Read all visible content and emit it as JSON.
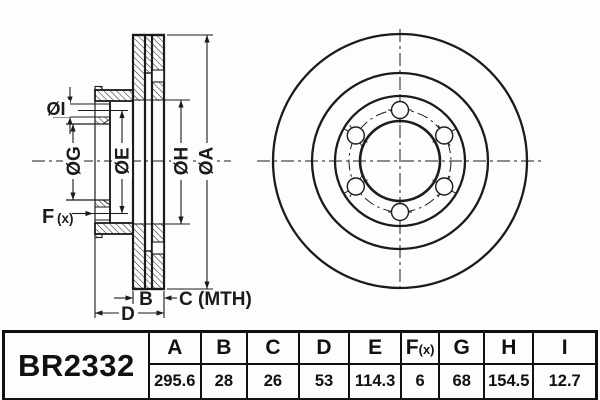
{
  "drawing": {
    "section": {
      "labels": {
        "dia_i": "ØI",
        "dia_g": "ØG",
        "dia_e": "ØE",
        "dia_h": "ØH",
        "dia_a": "ØA",
        "f": "F",
        "f_sub": "(x)",
        "b": "B",
        "c_mth": "C (MTH)",
        "d": "D"
      }
    },
    "front_view": {
      "bolt_hole_count": 6
    },
    "colors": {
      "line": "#1b1b1b",
      "background": "#fdfdfd"
    }
  },
  "table": {
    "part_number": "BR2332",
    "columns": [
      {
        "label": "A",
        "value": "295.6"
      },
      {
        "label": "B",
        "value": "28"
      },
      {
        "label": "C",
        "value": "26"
      },
      {
        "label": "D",
        "value": "53"
      },
      {
        "label": "E",
        "value": "114.3"
      },
      {
        "label": "F",
        "label_suffix": "(x)",
        "value": "6"
      },
      {
        "label": "G",
        "value": "68"
      },
      {
        "label": "H",
        "value": "154.5"
      },
      {
        "label": "I",
        "value": "12.7"
      }
    ]
  }
}
